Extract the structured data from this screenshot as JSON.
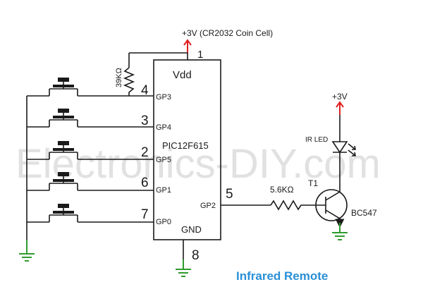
{
  "watermark": "Electronics-DIY.com",
  "title": "Infrared Remote",
  "ic": {
    "name": "PIC12F615",
    "vdd_label": "Vdd",
    "gnd_label": "GND",
    "vdd_pin": "1",
    "gnd_pin": "8",
    "pins_left": [
      {
        "label": "GP3",
        "number": "4"
      },
      {
        "label": "GP4",
        "number": "3"
      },
      {
        "label": "GP5",
        "number": "2"
      },
      {
        "label": "GP1",
        "number": "6"
      },
      {
        "label": "GP0",
        "number": "7"
      }
    ],
    "pin_right": {
      "label": "GP2",
      "number": "5"
    }
  },
  "supply_main": "+3V (CR2032 Coin Cell)",
  "supply_led": "+3V",
  "pullup_resistor": "39KΩ",
  "base_resistor": "5.6KΩ",
  "led_label": "IR LED",
  "transistor_ref": "T1",
  "transistor_part": "BC547",
  "colors": {
    "supply": "#e02020",
    "ground": "#2e9b2e",
    "title": "#2a8fd6"
  }
}
